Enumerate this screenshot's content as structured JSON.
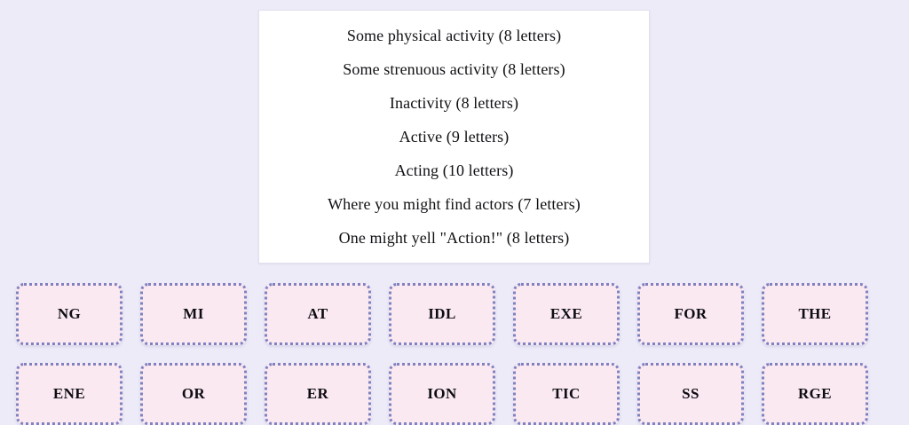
{
  "theme": {
    "background": "#edebf8",
    "card_background": "#ffffff",
    "card_border": "#e2e0ec",
    "tile_background": "#fbe9f2",
    "tile_border": "#7e82c0",
    "text_color": "#111015"
  },
  "clues": {
    "items": [
      "Some physical activity (8 letters)",
      "Some strenuous activity (8 letters)",
      "Inactivity (8 letters)",
      "Active (9 letters)",
      "Acting (10 letters)",
      "Where you might find actors (7 letters)",
      "One might yell \"Action!\" (8 letters)"
    ]
  },
  "tiles": {
    "rows": [
      [
        "NG",
        "MI",
        "AT",
        "IDL",
        "EXE",
        "FOR",
        "THE"
      ],
      [
        "ENE",
        "OR",
        "ER",
        "ION",
        "TIC",
        "SS",
        "RGE"
      ]
    ],
    "flat": [
      "NG",
      "MI",
      "AT",
      "IDL",
      "EXE",
      "FOR",
      "THE",
      "ENE",
      "OR",
      "ER",
      "ION",
      "TIC",
      "SS",
      "RGE"
    ]
  }
}
